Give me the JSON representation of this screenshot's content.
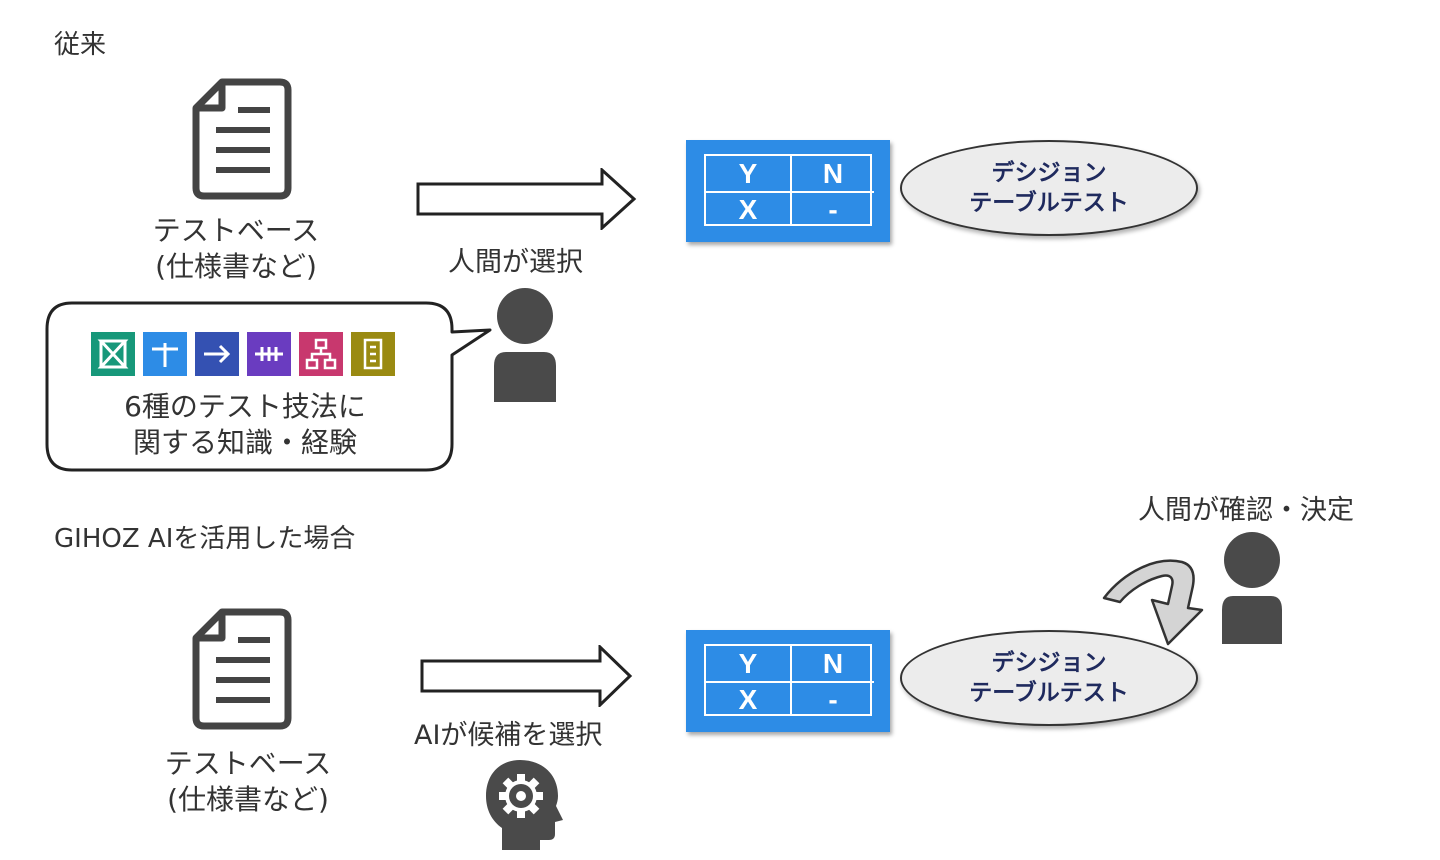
{
  "section_conventional": {
    "label": "従来"
  },
  "section_ai": {
    "label": "GIHOZ AIを活用した場合"
  },
  "test_base": {
    "line1": "テストベース",
    "line2": "(仕様書など)"
  },
  "arrow_labels": {
    "human_select": "人間が選択",
    "ai_select": "AIが候補を選択"
  },
  "decision_table": {
    "cells": [
      "Y",
      "N",
      "X",
      "-"
    ],
    "color": "#2d8ce6"
  },
  "technique_name": {
    "line1": "デシジョン",
    "line2": "テーブルテスト"
  },
  "bubble": {
    "line1": "6種のテスト技法に",
    "line2": "関する知識・経験",
    "icons": [
      {
        "name": "hourglass-icon",
        "glyph": "⧖",
        "color": "#17987a"
      },
      {
        "name": "plus-cross-icon",
        "glyph": "十",
        "color": "#2d8ce6"
      },
      {
        "name": "arrow-right-icon",
        "glyph": "→",
        "color": "#3451b2"
      },
      {
        "name": "dotted-line-icon",
        "glyph": "⫲",
        "color": "#6a3cc0"
      },
      {
        "name": "tree-icon",
        "glyph": "品",
        "color": "#c8386e"
      },
      {
        "name": "list-icon",
        "glyph": "▤",
        "color": "#9a8a12"
      }
    ]
  },
  "human_confirm": {
    "label": "人間が確認・決定"
  }
}
